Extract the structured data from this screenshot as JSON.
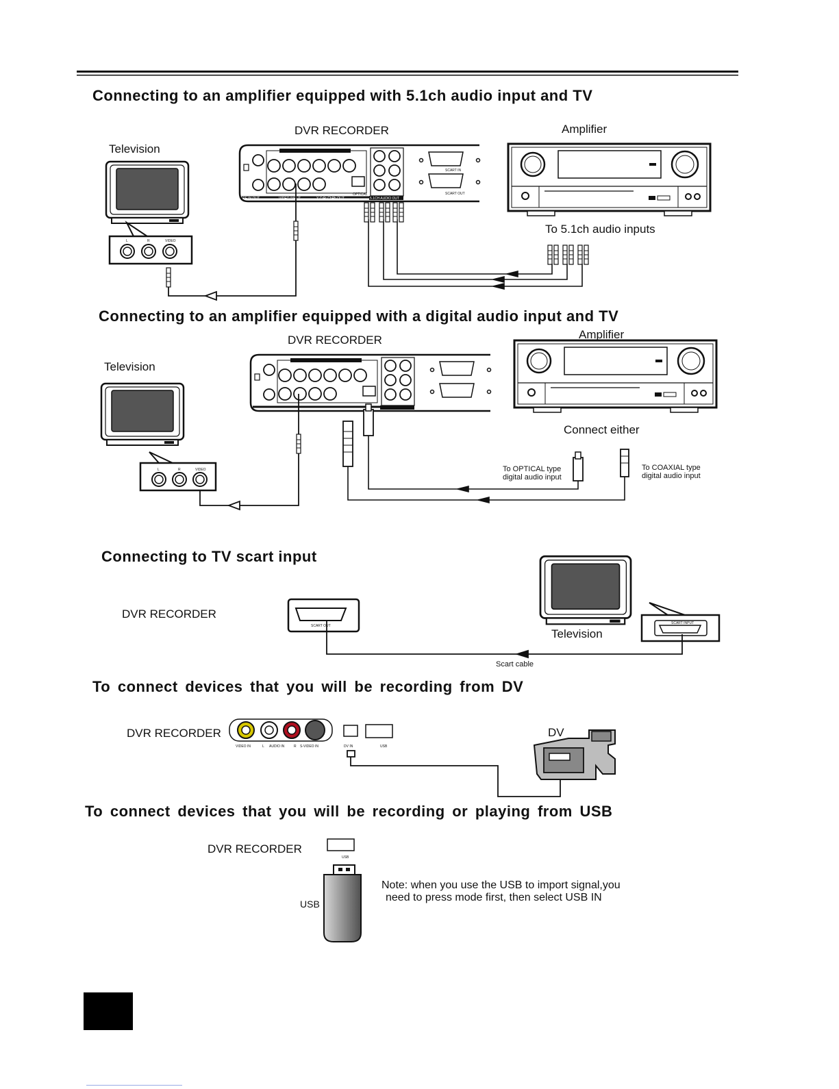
{
  "sections": [
    {
      "heading": "Connecting to an amplifier equipped with 5.1ch audio input and TV",
      "recorder_label": "DVR RECORDER",
      "tv_label": "Television",
      "amp_label": "Amplifier",
      "note": "To 5.1ch audio inputs"
    },
    {
      "heading": "Connecting to an amplifier equipped with a digital audio input and TV",
      "recorder_label": "DVR RECORDER",
      "tv_label": "Television",
      "amp_label": "Amplifier",
      "note": "Connect either",
      "optical_label_1": "To OPTICAL type",
      "optical_label_2": "digital audio input",
      "coaxial_label_1": "To COAXIAL type",
      "coaxial_label_2": "digital audio input"
    },
    {
      "heading": "Connecting to TV scart  input",
      "recorder_label": "DVR RECORDER",
      "tv_label": "Television",
      "scart_out_label": "SCART OUT",
      "scart_input_label": "SCART INPUT",
      "cable_label": "Scart cable"
    },
    {
      "heading": "To connect devices that you will be recording from DV",
      "recorder_label": "DVR RECORDER",
      "jack_labels": [
        "VIDEO IN",
        "L",
        "AUDIO IN",
        "R",
        "S-VIDEO IN"
      ],
      "dv_in_label": "DV IN",
      "usb_label": "USB",
      "camera_label": "DV"
    },
    {
      "heading": "To connect devices that you will be recording or playing from USB",
      "recorder_label": "DVR RECORDER",
      "usb_port_label": "USB",
      "usb_stick_label": "USB",
      "note_line_1": "Note: when  you  use  the  USB  to  import   signal,you",
      "note_line_2": "need  to press mode first,  then select USB IN"
    }
  ],
  "panel_labels": {
    "audio_input": "AUDIO INPUT",
    "optical": "OPTICAL",
    "audio_out_51": "5.1CH AUDIO OUT",
    "video_input": "VIDEO INPUT",
    "ycbcr_out": "Y CrPr CbPb OUT",
    "rf_in_out": "RF IN OUT",
    "scart_in": "SCART IN",
    "scart_out": "SCART OUT"
  },
  "tv_jack_labels": [
    "L",
    "R",
    "VIDEO"
  ],
  "colors": {
    "ink": "#111111",
    "screen": "#555555",
    "video_jack": "#d8c800",
    "audio_r_jack": "#b01020",
    "usb_body": "#8a8a8a"
  }
}
